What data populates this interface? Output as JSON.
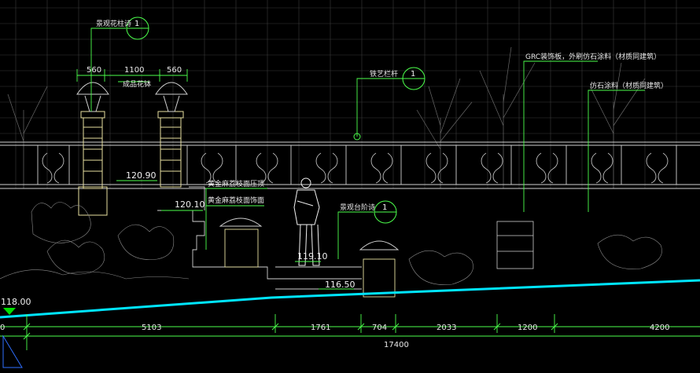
{
  "colors": {
    "background": "#000000",
    "ground_line": "#00e5ff",
    "leader_lines": "#4cff4c",
    "dimension_lines": "#4cff4c",
    "linework": "#d9d9d9",
    "grid": "#3a3a3a",
    "column": "#e8e0a0",
    "marker_fill": "#00e000"
  },
  "labels": {
    "pillar_top": "景观花柱诗",
    "pillar_pot": "成品花钵",
    "railing_top": "铁艺栏杆",
    "grc_note": "GRC装饰板，外刷仿石涂料（材质同建筑）",
    "stone_paint": "仿石涂料（材质同建筑）",
    "planter_top": "黄金麻荔枝面压顶",
    "planter_face": "黄金麻荔枝面饰面",
    "stair_pot": "景观台阶诗"
  },
  "callout_number": "1",
  "elevations": {
    "e120_90": "120.90",
    "e120_10": "120.10",
    "e119_10": "119.10",
    "e116_50": "116.50",
    "e118_00": "118.00"
  },
  "top_dimensions": [
    "560",
    "1100",
    "560"
  ],
  "bottom_dimensions": {
    "segments": [
      "5103",
      "1761",
      "704",
      "2033",
      "1200",
      "4200"
    ],
    "total": "17400",
    "left_partial": "0"
  }
}
